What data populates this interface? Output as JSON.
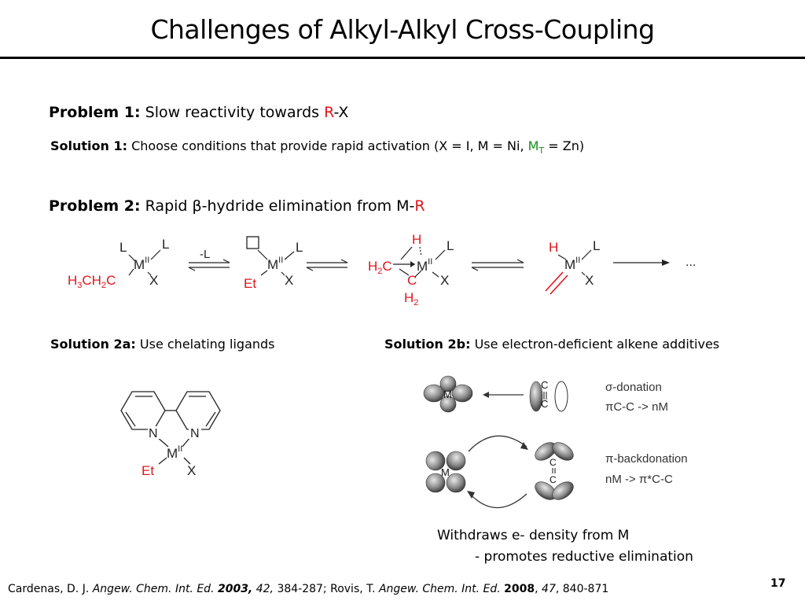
{
  "title": "Challenges of Alkyl-Alkyl Cross-Coupling",
  "problem1": {
    "label": "Problem 1:",
    "text_before": "Slow reactivity towards ",
    "highlight": "R",
    "text_after": "-X"
  },
  "solution1": {
    "label": "Solution 1:",
    "text_before": "Choose conditions that provide rapid activation (X = I, M = Ni, ",
    "highlight": "M",
    "highlight_sub": "T",
    "text_after": " = Zn)"
  },
  "problem2": {
    "label": "Problem 2:",
    "text_before": "Rapid β-hydride elimination from M-",
    "highlight": "R"
  },
  "mechanism": {
    "step_label": "-L",
    "ellipsis": "..."
  },
  "solution2a": {
    "label": "Solution 2a:",
    "text": "Use chelating ligands"
  },
  "solution2b": {
    "label": "Solution 2b:",
    "text": "Use electron-deficient alkene additives"
  },
  "orbital_diagram": {
    "sigma_label": "σ-donation",
    "sigma_detail": "πC-C -> nM",
    "pi_label": "π-backdonation",
    "pi_detail": "nM -> π*C-C"
  },
  "withdraw_line1": "Withdraws e- density from M",
  "withdraw_line2": "- promotes reductive elimination",
  "citation": {
    "author1": "Cardenas, D. J.",
    "journal1": "Angew. Chem. Int. Ed.",
    "year1": "2003,",
    "vol1": "42,",
    "pages1": "384-287; Rovis, T.",
    "journal2": "Angew. Chem. Int. Ed.",
    "year2": "2008",
    "vol2": "47",
    "pages2": ", 840-871"
  },
  "page_number": "17",
  "colors": {
    "accent_red": "#e0151e",
    "accent_green": "#1a8f1a"
  }
}
